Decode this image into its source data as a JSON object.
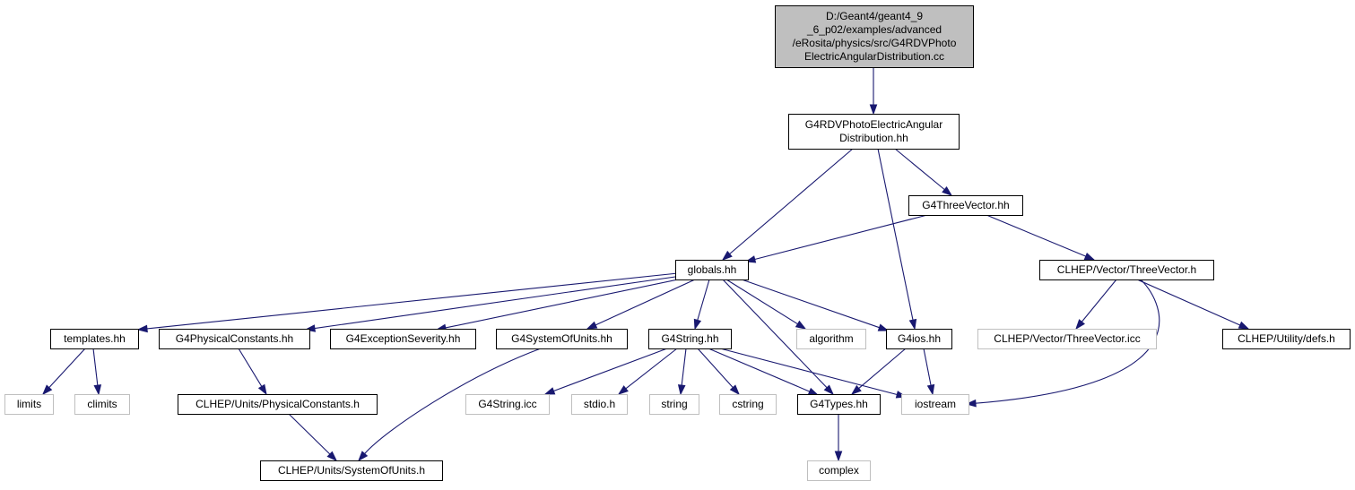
{
  "colors": {
    "edge": "#191970",
    "root_fill": "#bfbfbf",
    "root_stroke": "#000000",
    "node_stroke": "#000000",
    "system_stroke": "#bfbfbf",
    "text": "#000000",
    "system_text": "#000000"
  },
  "nodes": [
    {
      "id": "root",
      "kind": "root",
      "lines": [
        "D:/Geant4/geant4_9",
        "_6_p02/examples/advanced",
        "/eRosita/physics/src/G4RDVPhoto",
        "ElectricAngularDistribution.cc"
      ]
    },
    {
      "id": "g4rdv",
      "kind": "header",
      "lines": [
        "G4RDVPhotoElectricAngular",
        "Distribution.hh"
      ]
    },
    {
      "id": "threevector",
      "kind": "header",
      "lines": [
        "G4ThreeVector.hh"
      ]
    },
    {
      "id": "globals",
      "kind": "header",
      "lines": [
        "globals.hh"
      ]
    },
    {
      "id": "clhep_threevector",
      "kind": "header",
      "lines": [
        "CLHEP/Vector/ThreeVector.h"
      ]
    },
    {
      "id": "templates",
      "kind": "header",
      "lines": [
        "templates.hh"
      ]
    },
    {
      "id": "physconst",
      "kind": "header",
      "lines": [
        "G4PhysicalConstants.hh"
      ]
    },
    {
      "id": "exception",
      "kind": "header",
      "lines": [
        "G4ExceptionSeverity.hh"
      ]
    },
    {
      "id": "sysunits",
      "kind": "header",
      "lines": [
        "G4SystemOfUnits.hh"
      ]
    },
    {
      "id": "g4string",
      "kind": "header",
      "lines": [
        "G4String.hh"
      ]
    },
    {
      "id": "algorithm",
      "kind": "system",
      "lines": [
        "algorithm"
      ]
    },
    {
      "id": "g4ios",
      "kind": "header",
      "lines": [
        "G4ios.hh"
      ]
    },
    {
      "id": "threevector_icc",
      "kind": "system",
      "lines": [
        "CLHEP/Vector/ThreeVector.icc"
      ]
    },
    {
      "id": "defs",
      "kind": "header",
      "lines": [
        "CLHEP/Utility/defs.h"
      ]
    },
    {
      "id": "limits",
      "kind": "system",
      "lines": [
        "limits"
      ]
    },
    {
      "id": "climits",
      "kind": "system",
      "lines": [
        "climits"
      ]
    },
    {
      "id": "clhep_physconst",
      "kind": "header",
      "lines": [
        "CLHEP/Units/PhysicalConstants.h"
      ]
    },
    {
      "id": "g4string_icc",
      "kind": "system",
      "lines": [
        "G4String.icc"
      ]
    },
    {
      "id": "stdio",
      "kind": "system",
      "lines": [
        "stdio.h"
      ]
    },
    {
      "id": "string",
      "kind": "system",
      "lines": [
        "string"
      ]
    },
    {
      "id": "cstring",
      "kind": "system",
      "lines": [
        "cstring"
      ]
    },
    {
      "id": "g4types",
      "kind": "header",
      "lines": [
        "G4Types.hh"
      ]
    },
    {
      "id": "iostream",
      "kind": "system",
      "lines": [
        "iostream"
      ]
    },
    {
      "id": "clhep_sysunits",
      "kind": "header",
      "lines": [
        "CLHEP/Units/SystemOfUnits.h"
      ]
    },
    {
      "id": "complex",
      "kind": "system",
      "lines": [
        "complex"
      ]
    }
  ],
  "edges": [
    [
      "root",
      "g4rdv"
    ],
    [
      "g4rdv",
      "globals"
    ],
    [
      "g4rdv",
      "g4ios"
    ],
    [
      "g4rdv",
      "threevector"
    ],
    [
      "threevector",
      "globals"
    ],
    [
      "threevector",
      "clhep_threevector"
    ],
    [
      "globals",
      "templates"
    ],
    [
      "globals",
      "physconst"
    ],
    [
      "globals",
      "exception"
    ],
    [
      "globals",
      "sysunits"
    ],
    [
      "globals",
      "g4string"
    ],
    [
      "globals",
      "algorithm"
    ],
    [
      "globals",
      "g4ios"
    ],
    [
      "globals",
      "g4types"
    ],
    [
      "clhep_threevector",
      "threevector_icc"
    ],
    [
      "clhep_threevector",
      "defs"
    ],
    [
      "clhep_threevector",
      "iostream"
    ],
    [
      "templates",
      "limits"
    ],
    [
      "templates",
      "climits"
    ],
    [
      "physconst",
      "clhep_physconst"
    ],
    [
      "sysunits",
      "clhep_sysunits"
    ],
    [
      "g4string",
      "g4string_icc"
    ],
    [
      "g4string",
      "stdio"
    ],
    [
      "g4string",
      "string"
    ],
    [
      "g4string",
      "cstring"
    ],
    [
      "g4string",
      "g4types"
    ],
    [
      "g4string",
      "iostream"
    ],
    [
      "g4ios",
      "g4types"
    ],
    [
      "g4ios",
      "iostream"
    ],
    [
      "clhep_physconst",
      "clhep_sysunits"
    ],
    [
      "g4types",
      "complex"
    ]
  ]
}
